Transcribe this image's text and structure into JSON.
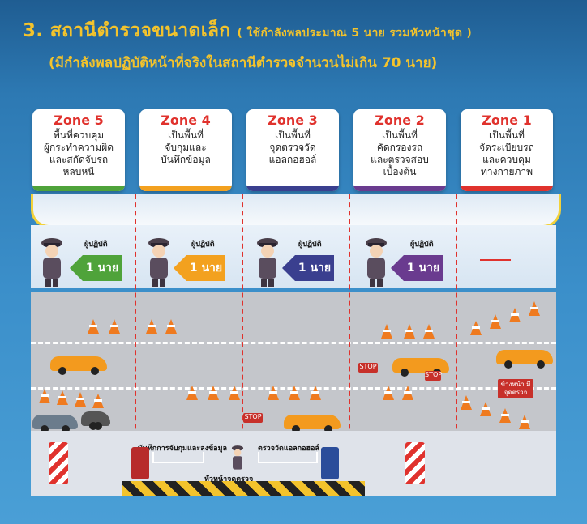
{
  "title": {
    "main": "3. สถานีตำรวจขนาดเล็ก",
    "sub": "( ใช้กำลังพลประมาณ 5 นาย รวมหัวหน้าชุด )",
    "line2": "(มีกำลังพลปฏิบัติหน้าที่จริงในสถานีตำรวจจำนวนไม่เกิน 70 นาย)"
  },
  "zones": [
    {
      "name": "Zone 5",
      "lines": [
        "พื้นที่ควบคุม",
        "ผู้กระทำความผิด",
        "และสกัดจับรถ",
        "หลบหนี"
      ],
      "color": "#4fa33a",
      "officer_tag": "ผู้ปฏิบัติ",
      "count": "1 นาย"
    },
    {
      "name": "Zone 4",
      "lines": [
        "เป็นพื้นที่",
        "จับกุมและ",
        "บันทึกข้อมูล"
      ],
      "color": "#f3a11f",
      "officer_tag": "ผู้ปฏิบัติ",
      "count": "1 นาย"
    },
    {
      "name": "Zone 3",
      "lines": [
        "เป็นพื้นที่",
        "จุดตรวจวัด",
        "แอลกอฮอล์"
      ],
      "color": "#3a3f8f",
      "officer_tag": "ผู้ปฏิบัติ",
      "count": "1 นาย"
    },
    {
      "name": "Zone 2",
      "lines": [
        "เป็นพื้นที่",
        "คัดกรองรถ",
        "และตรวจสอบ",
        "เบื้องต้น"
      ],
      "color": "#6a3b8f",
      "officer_tag": "ผู้ปฏิบัติ",
      "count": "1 นาย"
    },
    {
      "name": "Zone 1",
      "lines": [
        "เป็นพื้นที่",
        "จัดระเบียบรถ",
        "และควบคุม",
        "ทางกายภาพ"
      ],
      "color": "#e0322d",
      "officer_tag": "",
      "count": ""
    }
  ],
  "plaza": {
    "record_label": "บันทึกการจับกุมและลงข้อมูล",
    "alcohol_label": "ตรวจวัดแอลกอฮอล์",
    "chief_label": "หัวหน้าจุดตรวจ"
  },
  "signs": {
    "stop": "STOP",
    "ahead": "ข้างหน้า มีจุดตรวจ"
  },
  "colors": {
    "title": "#f3c32c",
    "zone_name": "#e0322d",
    "divider": "#e0322d"
  }
}
